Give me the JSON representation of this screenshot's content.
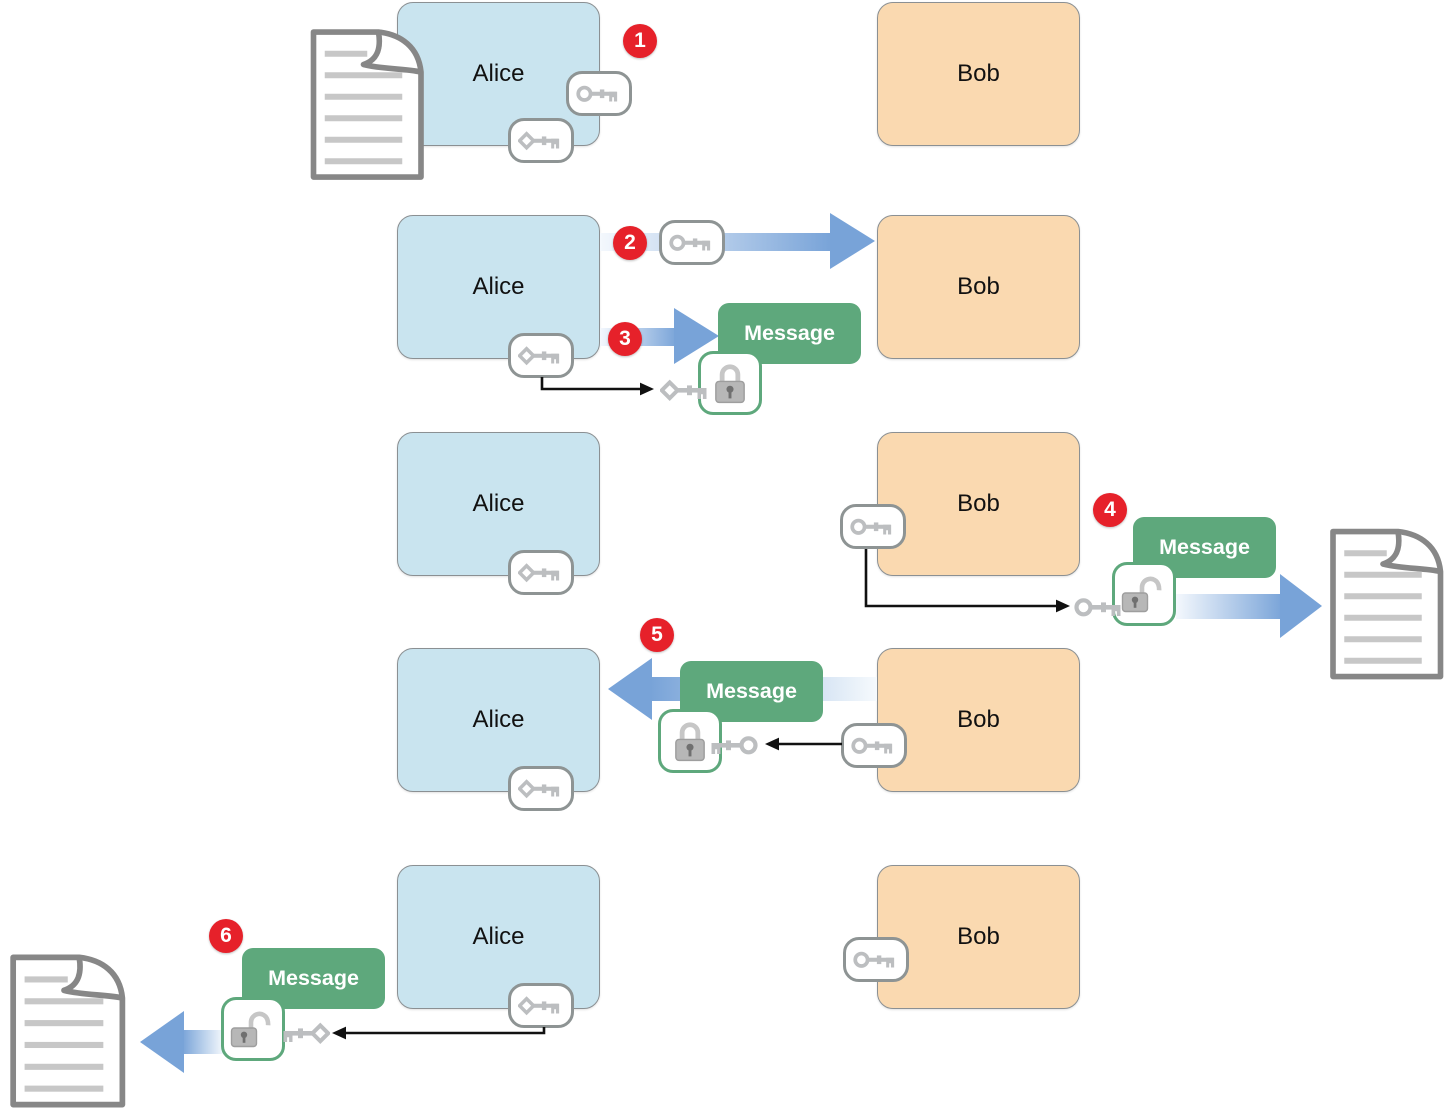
{
  "labels": {
    "alice": "Alice",
    "bob": "Bob",
    "message": "Message"
  },
  "steps": {
    "s1": "1",
    "s2": "2",
    "s3": "3",
    "s4": "4",
    "s5": "5",
    "s6": "6"
  },
  "icons": {
    "public-key-icon": "key with round ring bow",
    "private-key-icon": "key with diamond bow",
    "lock-closed-icon": "closed padlock (encrypted message)",
    "lock-open-icon": "open padlock (decrypted message)",
    "document-icon": "paper document with folded corner and text lines"
  },
  "colors": {
    "alice_fill": "#C9E4EF",
    "bob_fill": "#FAD9B0",
    "box_border": "#8B9093",
    "message_green": "#5EA87C",
    "badge_red": "#E6212A",
    "arrow_blue": "#78A3D8",
    "pill_border": "#8E9494",
    "key_gray": "#BCBEC0",
    "lock_gray": "#B7B7B7",
    "doc_border": "#878787",
    "doc_line": "#C7C7C7",
    "connector_black": "#111111"
  }
}
